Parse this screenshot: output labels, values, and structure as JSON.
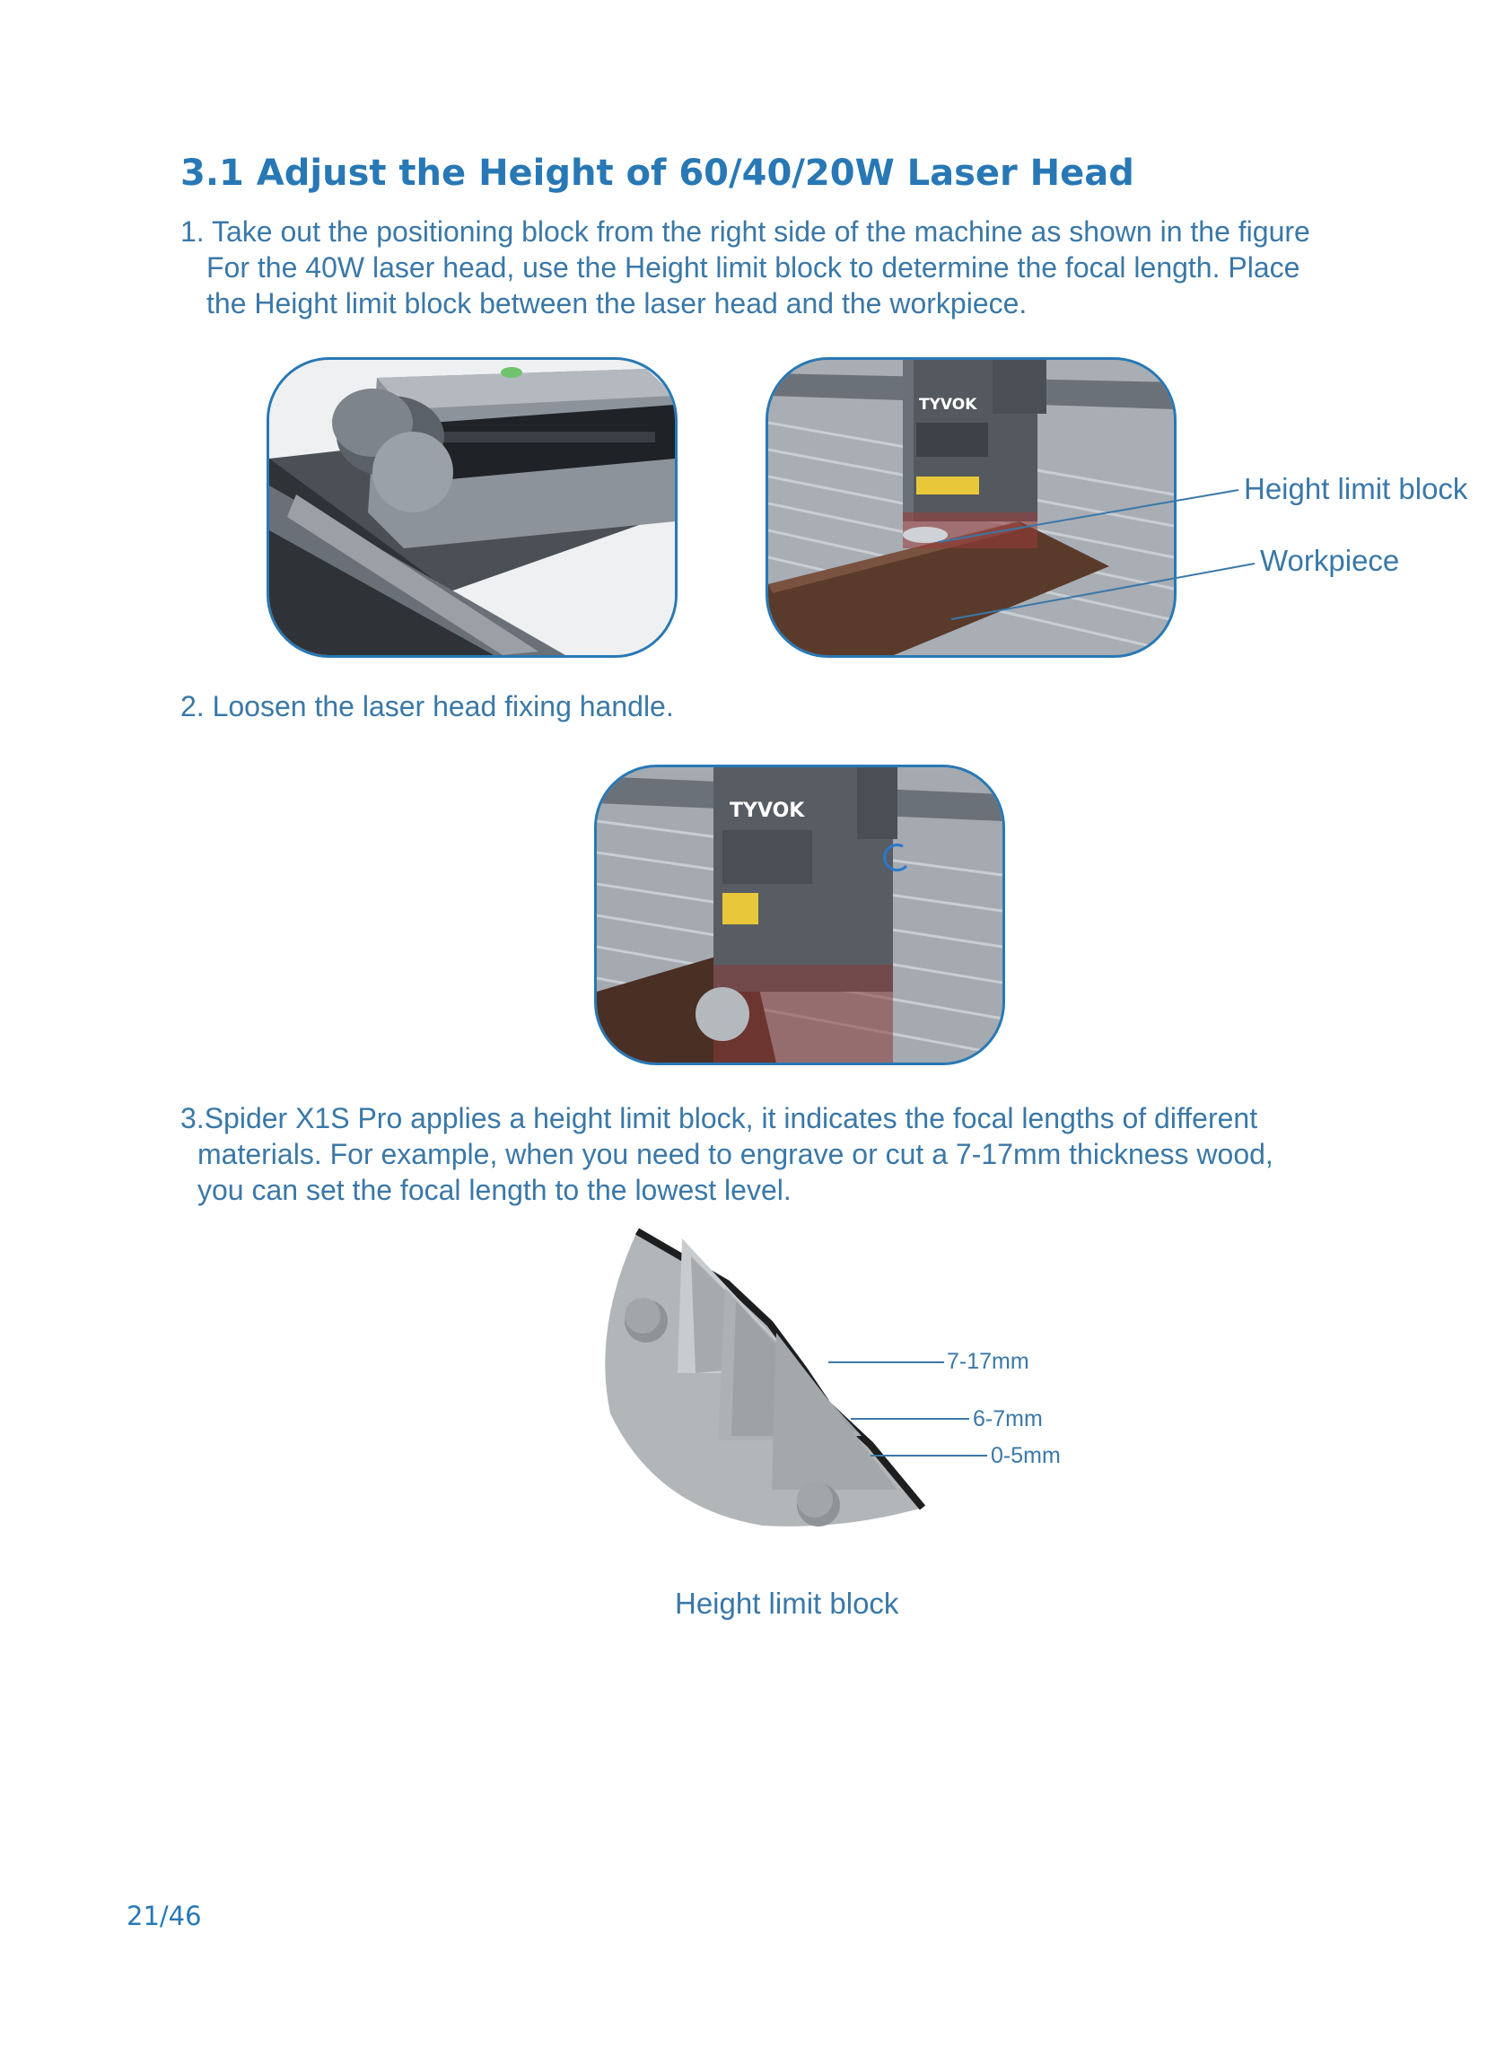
{
  "heading": "3.1 Adjust the Height of 60/40/20W Laser Head",
  "step1": {
    "lines": [
      "1. Take out the positioning block from the right side of the machine as shown in the figure",
      "For the 40W laser head, use the Height limit block to determine the focal length. Place",
      "the Height limit block between the laser head and the workpiece."
    ]
  },
  "callouts": {
    "height_limit_block": "Height limit block",
    "workpiece": "Workpiece"
  },
  "step2": "2. Loosen the laser head fixing handle.",
  "step3": {
    "lines": [
      "3.Spider X1S Pro applies a height limit block, it indicates the focal lengths of different",
      "materials. For example, when you need to engrave or cut a 7-17mm thickness wood,",
      "you can set the focal length to the lowest level."
    ]
  },
  "block_levels": [
    "7-17mm",
    "6-7mm",
    "0-5mm"
  ],
  "figure_caption": "Height limit block",
  "laser_brand": "TYVOK",
  "page_number": "21/46",
  "colors": {
    "heading": "#2878b5",
    "text": "#3a78a8",
    "frame_border": "#2878b5"
  }
}
